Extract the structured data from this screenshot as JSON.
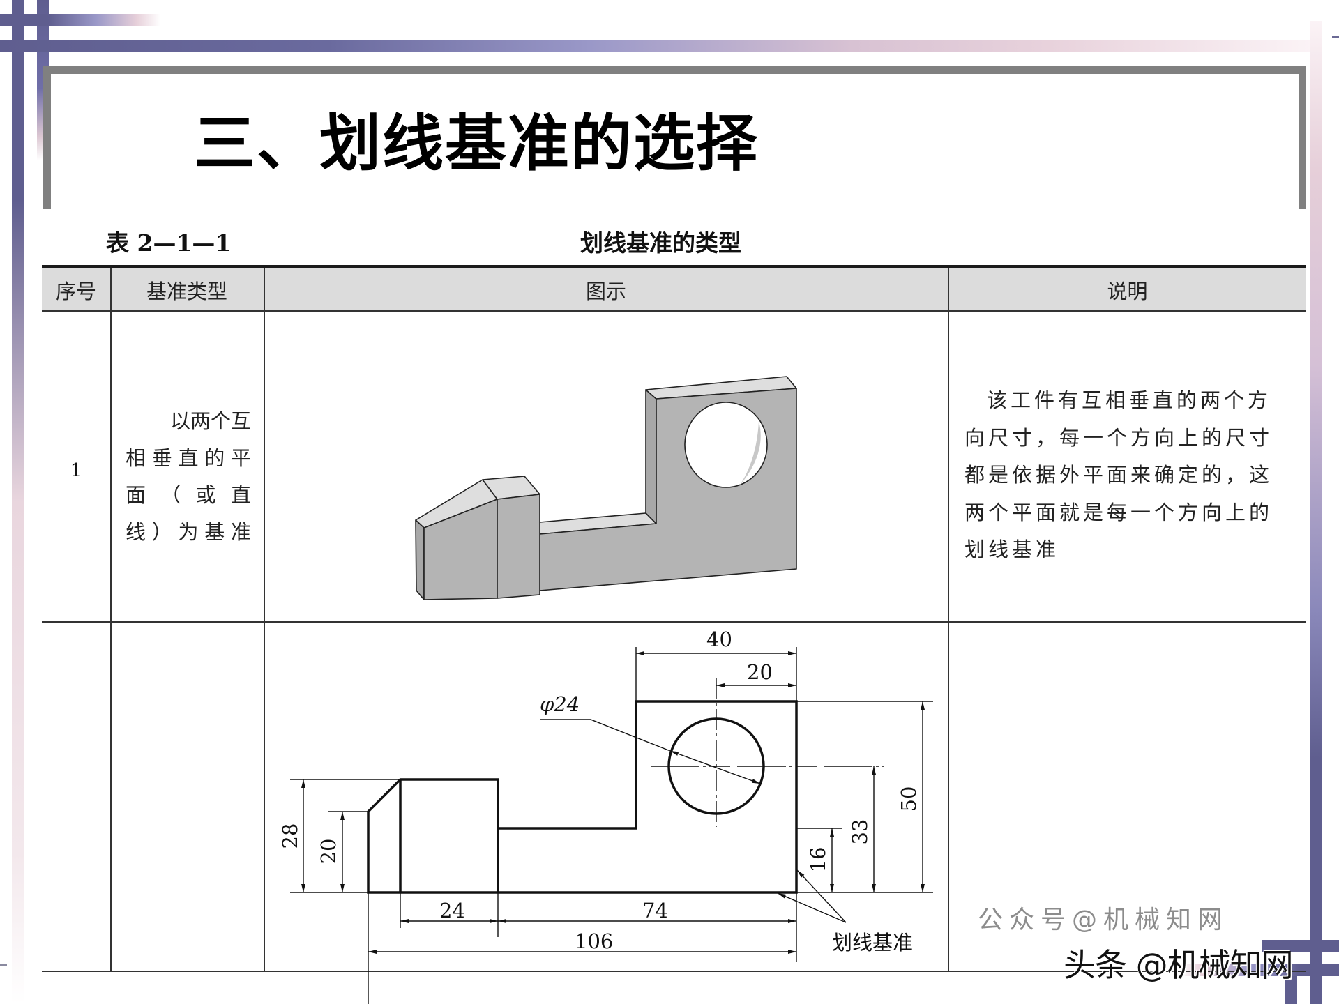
{
  "slide": {
    "title": "三、划线基准的选择"
  },
  "caption": {
    "table_number": "表 2—1—1",
    "table_title": "划线基准的类型"
  },
  "table": {
    "headers": [
      "序号",
      "基准类型",
      "图示",
      "说明"
    ],
    "rows": [
      {
        "seq": "1",
        "type_lines": [
          "以两个互",
          "相垂直的平",
          "面（或直",
          "线）为基准"
        ],
        "type_full": "以两个互相垂直的平面（或直线）为基准",
        "description_lines": [
          "该工件有互相垂直的两个方",
          "向尺寸，每一个方向上的尺寸",
          "都是依据外平面来确定的，这",
          "两个平面就是每一个方向上的",
          "划线基准"
        ],
        "description_full": "该工件有互相垂直的两个方向尺寸，每一个方向上的尺寸都是依据外平面来确定的，这两个平面就是每一个方向上的划线基准"
      }
    ]
  },
  "drawing": {
    "dimensions": {
      "overall_length": "106",
      "block_width": "24",
      "bar_length": "74",
      "upright_width": "40",
      "hole_offset": "20",
      "hole_diameter": "φ24",
      "block_height": "28",
      "chamfer_height": "20",
      "bar_height": "16",
      "hole_height": "33",
      "total_height": "50"
    },
    "datum_label": "划线基准"
  },
  "colors": {
    "stripe": "#5f5e8f",
    "stripe_light": "#9a98c8",
    "stripe_pink": "#e6cfd9",
    "frame_gray": "#808080",
    "header_bg": "#dcdcdc",
    "solid_face": "#b4b4b4",
    "solid_top": "#dedede"
  },
  "watermarks": {
    "line1": "公众号@机械知网",
    "line2": "头条 @机械知网"
  }
}
